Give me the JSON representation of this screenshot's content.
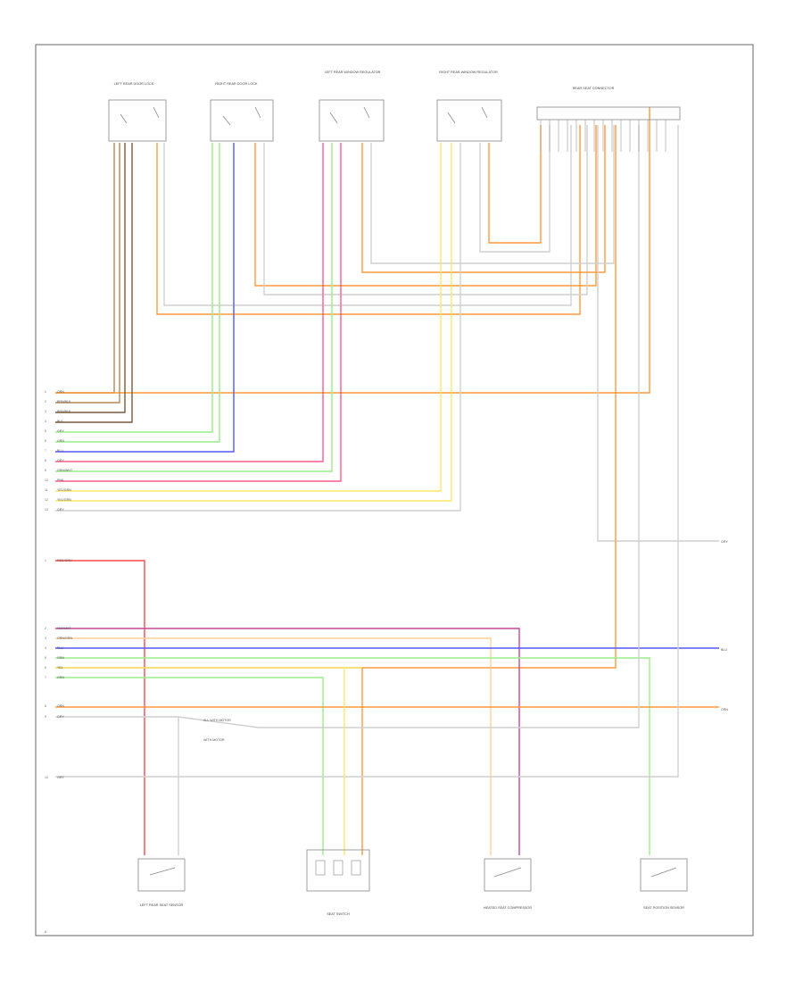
{
  "colors": {
    "orange": "#ff9a3c",
    "gray": "#cfcfcf",
    "tan": "#b08a55",
    "brown": "#7a5a3a",
    "green": "#99ee88",
    "blue": "#5555ff",
    "pink": "#ff5c8a",
    "yellow": "#f5e86a",
    "red": "#ff4a4a",
    "violet": "#c04a9a",
    "lightorange": "#ffcf9a",
    "frame": "#666666"
  },
  "top_components": [
    {
      "label": "LEFT REAR DOOR LOCK"
    },
    {
      "label": "RIGHT REAR DOOR LOCK"
    },
    {
      "label": "LEFT REAR WINDOW REGULATOR"
    },
    {
      "label": "RIGHT REAR WINDOW REGULATOR"
    },
    {
      "label": "REAR SEAT CONNECTOR"
    }
  ],
  "wire_labels": [
    "ORN",
    "BRN/BLK",
    "BRN/BLK",
    "BLK",
    "GRY",
    "GRN",
    "BLU",
    "GRY",
    "GRN/WHT",
    "PNK",
    "YEL/GRN",
    "YEL/GRN",
    "GRY"
  ],
  "red_label": "RED/GRN",
  "mid_labels": [
    "VIO/WHT",
    "ORN/GRN",
    "BLU",
    "GRN",
    "YEL",
    "GRN"
  ],
  "ground_labels": [
    "ORN",
    "GRY"
  ],
  "right_labels": [
    "GRY",
    "BLU",
    "ORN"
  ],
  "harness_labels": [
    "ALL WITH MOTOR",
    "WITH MOTOR"
  ],
  "ground_label": "GRY",
  "bottom_components": [
    {
      "label": "LEFT REAR SEAT SENSOR"
    },
    {
      "label": "SEAT SWITCH"
    },
    {
      "label": "HEATED SEAT COMPRESSOR"
    },
    {
      "label": "SEAT POSITION SENSOR"
    }
  ],
  "corner_label": "A"
}
